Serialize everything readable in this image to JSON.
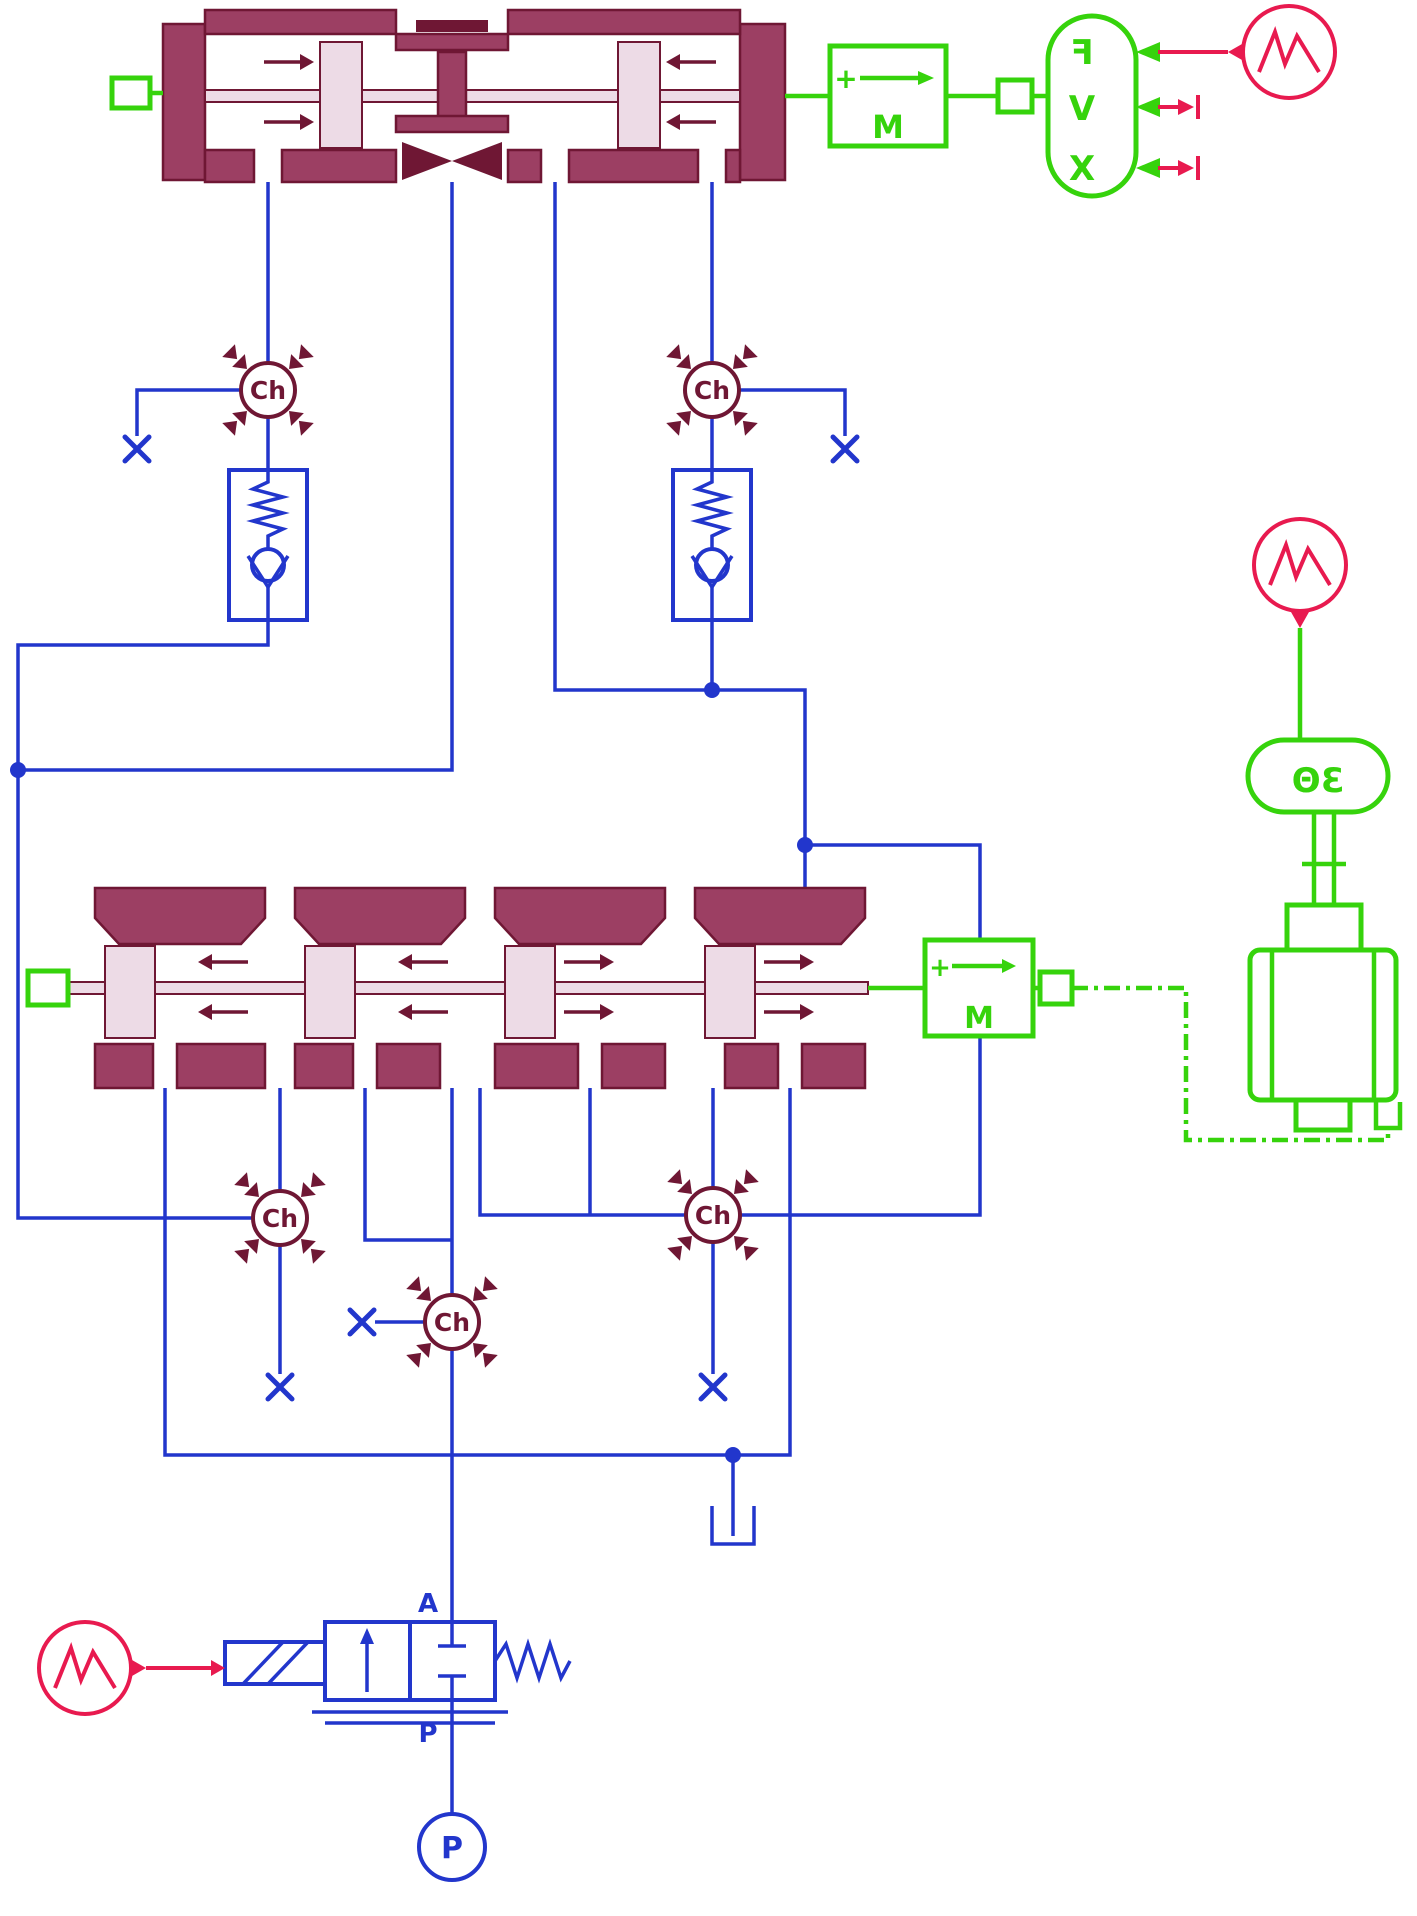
{
  "colors": {
    "bg": "#ffffff",
    "maroon": "#9c3f63",
    "maroon-dark": "#6f1734",
    "pink": "#eddbe6",
    "blue": "#2236cc",
    "green": "#36d30c",
    "red": "#e81a4f"
  },
  "labels": {
    "chamber": "Ch",
    "mass": "M",
    "plus": "+",
    "sensor": {
      "force": "F",
      "velocity": "V",
      "displacement": "X"
    },
    "rotary": "3Θ",
    "valve": {
      "port_a": "A",
      "port_p": "P"
    },
    "pressure_source": "P"
  }
}
